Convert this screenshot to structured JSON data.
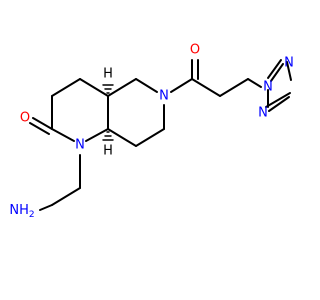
{
  "colors": {
    "bond": "#000000",
    "nitrogen": "#0000ff",
    "oxygen": "#ff0000",
    "hydrogen_label": "#000000"
  },
  "atoms": {
    "n_ring_amide": "N",
    "n_ring_amine": "N",
    "o_lactam": "O",
    "o_ketone": "O",
    "n_triazole_1": "N",
    "n_triazole_2": "N",
    "n_triazole_4": "N",
    "n_amine": "NH",
    "n_amine_h2": "2",
    "stereo_h_top": "H",
    "stereo_h_bottom": "H"
  }
}
